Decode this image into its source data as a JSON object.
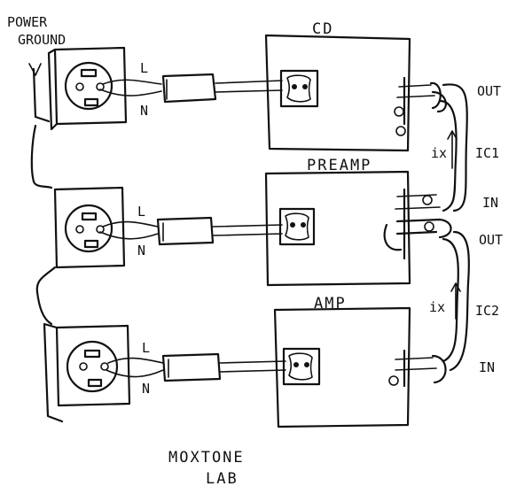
{
  "title": "",
  "labels": {
    "power_ground": "POWER",
    "power_ground_2": "GROUND",
    "cd": "CD",
    "preamp": "PREAMP",
    "amp": "AMP",
    "out1": "OUT",
    "in1": "IN",
    "ic1": "IC1",
    "out2": "OUT",
    "in2": "IN",
    "ic2": "IC2",
    "ix1": "ix",
    "ix2": "ix",
    "line": "L",
    "neutral": "N",
    "brand_1": "MOXTONE",
    "brand_2": "LAB"
  },
  "outlets": [
    {
      "name": "outlet-1",
      "line": "L",
      "neutral": "N"
    },
    {
      "name": "outlet-2",
      "line": "L",
      "neutral": "N"
    },
    {
      "name": "outlet-3",
      "line": "L",
      "neutral": "N"
    }
  ],
  "devices": [
    "CD",
    "PREAMP",
    "AMP"
  ],
  "interconnects": [
    "IC1",
    "IC2"
  ]
}
